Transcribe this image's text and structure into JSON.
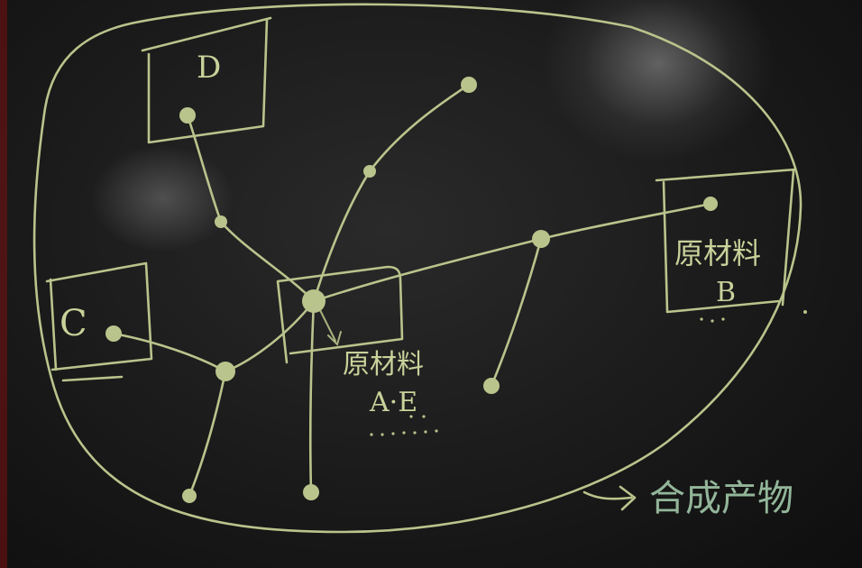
{
  "diagram": {
    "labels": {
      "box_d": "D",
      "box_c": "C",
      "material_b": {
        "line1": "原材料",
        "line2": "B"
      },
      "material_ae": {
        "line1": "原材料",
        "line2": "A·E"
      },
      "result": "合成产物"
    },
    "colors": {
      "board": "#1a1a1a",
      "chalk": "#b9c48c",
      "result_text": "#93b69a"
    }
  }
}
